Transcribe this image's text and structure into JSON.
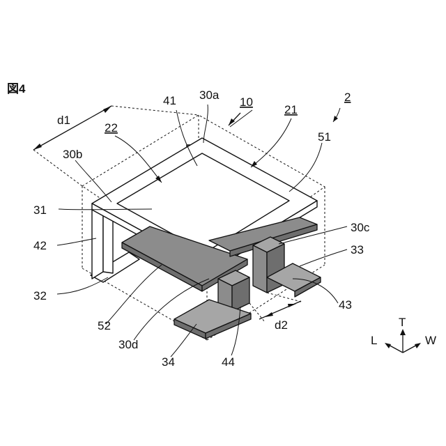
{
  "figure": {
    "title": "図4",
    "labels": {
      "d1": "d1",
      "d2": "d2",
      "n2": "2",
      "n10": "10",
      "n21": "21",
      "n22": "22",
      "n30a": "30a",
      "n30b": "30b",
      "n30c": "30c",
      "n30d": "30d",
      "n31": "31",
      "n32": "32",
      "n33": "33",
      "n34": "34",
      "n41": "41",
      "n42": "42",
      "n43": "43",
      "n44": "44",
      "n51": "51",
      "n52": "52"
    },
    "axes": {
      "t": "T",
      "l": "L",
      "w": "W"
    }
  }
}
